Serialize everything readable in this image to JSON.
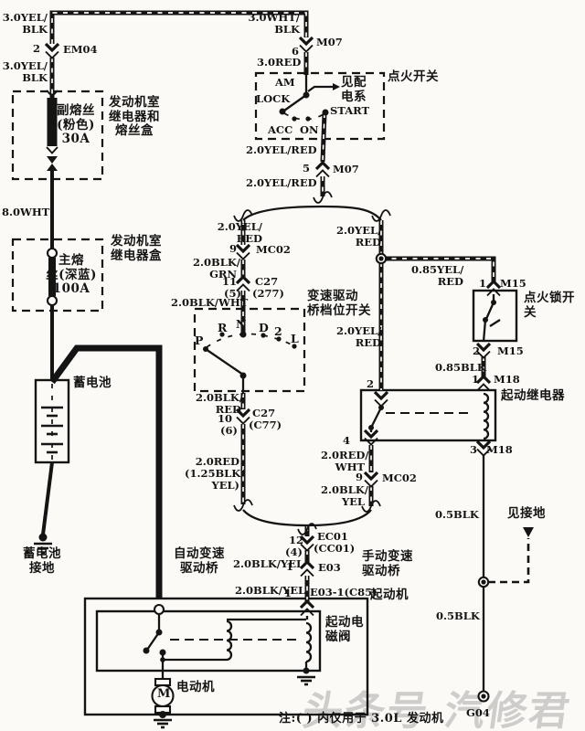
{
  "refs": {
    "see_power": "见配\n电系",
    "see_ground": "见接地",
    "note": "注:( ) 内仅用于 3.0L 发动机",
    "watermark": "头条号 汽修君"
  },
  "wires": {
    "yelblk_top": "3.0YEL/\nBLK",
    "yelblk_mid": "3.0YEL/\nBLK",
    "whtblk": "3.0WHT/\nBLK",
    "red3": "3.0RED",
    "wht8": "8.0WHT",
    "yelred_a": "2.0YEL/RED",
    "yelred_b": "2.0YEL/RED",
    "yelred_left": "2.0YEL/\nRED",
    "yelred_right_1": "2.0YEL/\nRED",
    "yelred_right_2": "2.0YEL/\nRED",
    "yelred_085": "0.85YEL/\nRED",
    "blkgrn": "2.0BLK/\nGRN",
    "blkwht": "2.0BLK/WHT",
    "blkred": "2.0BLK/\nRED",
    "red2": "2.0RED\n(1.25BLK/\nYEL)",
    "redwht": "2.0RED/\nWHT",
    "blkyel_right": "2.0BLK/\nYEL",
    "blkyel_auto": "2.0BLK/YEL",
    "blkyel_starter": "2.0BLK/YEL",
    "blk085": "0.85BLK",
    "blk05_a": "0.5BLK",
    "blk05_b": "0.5BLK"
  },
  "connectors": {
    "em04": {
      "pin": "2",
      "name": "EM04"
    },
    "m07_6": {
      "pin": "6",
      "name": "M07"
    },
    "m07_5": {
      "pin": "5",
      "name": "M07"
    },
    "mc02_9l": {
      "pin": "9",
      "name": "MC02"
    },
    "c27_11": {
      "pin": "11",
      "name": "C27",
      "alt_pin": "(5)",
      "alt_name": "(277)"
    },
    "c27_10": {
      "pin": "10",
      "name": "C27",
      "alt_pin": "(6)",
      "alt_name": "(C77)"
    },
    "ec01_12": {
      "pin": "12",
      "name": "EC01",
      "alt_pin": "(4)",
      "alt_name": "(CC01)"
    },
    "e03_1": {
      "pin": "1",
      "name": "E03"
    },
    "e03c85_1": {
      "pin": "1",
      "name": "E03-1(C85)"
    },
    "mc02_9r": {
      "pin": "9",
      "name": "MC02"
    },
    "m15_1": {
      "pin": "1",
      "name": "M15"
    },
    "m15_2": {
      "pin": "2",
      "name": "M15"
    },
    "m18_1": {
      "pin": "1",
      "name": "M18"
    },
    "m18_3": {
      "pin": "3",
      "name": "M18"
    },
    "relay_pin2": "2",
    "relay_pin4": "4",
    "g04": "G04"
  },
  "components": {
    "fuse_box": "发动机室\n继电器和\n熔丝盒",
    "sub_fuse": "副熔丝\n(粉色)\n30A",
    "relay_box": "发动机室\n继电器盒",
    "main_fuse": "主熔\n丝(深蓝)\n100A",
    "battery": "蓄电池",
    "battery_ground": "蓄电池\n接地",
    "ignition_switch": "点火开关",
    "lock_switch": "点火锁开关",
    "gear_switch": "变速驱动\n桥档位开关",
    "starter_relay": "起动继电器",
    "auto_transaxle": "自动变速\n驱动桥",
    "manual_transaxle": "手动变速\n驱动桥",
    "starter": "起动机",
    "solenoid": "起动电\n磁阀",
    "motor": "电动机",
    "motor_m": "M"
  },
  "ignition": {
    "am": "AM",
    "lock": "LOCK",
    "acc": "ACC",
    "on": "ON",
    "start": "START"
  },
  "gears": {
    "p": "P",
    "r": "R",
    "n": "N",
    "d": "D",
    "two": "2",
    "l": "L"
  }
}
